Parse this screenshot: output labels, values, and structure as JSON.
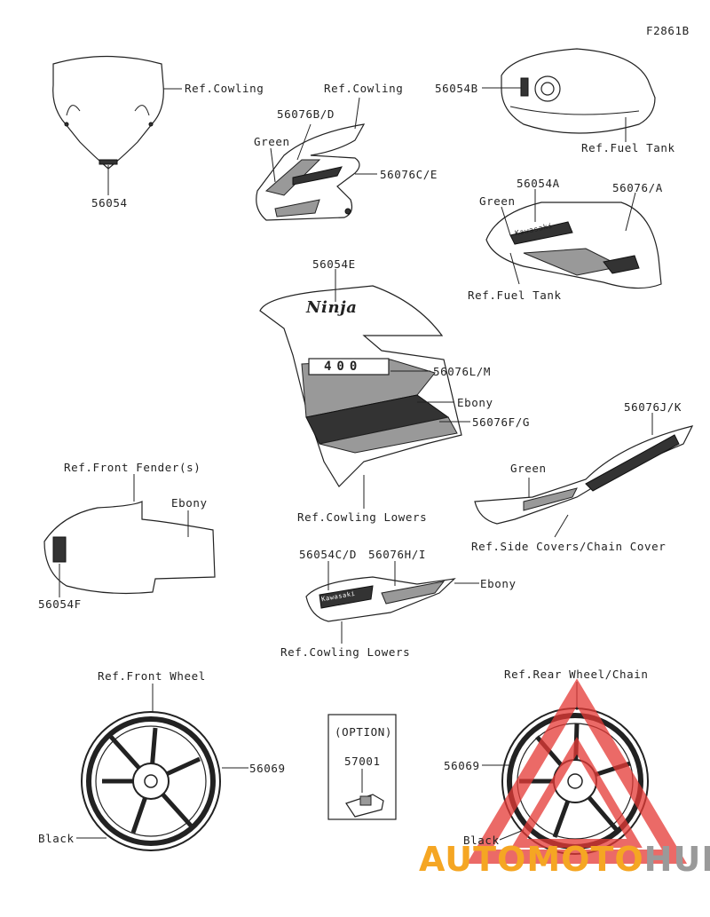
{
  "figure_id": "F2861B",
  "labels": {
    "windshield_code": "56054",
    "windshield_ref": "Ref.Cowling",
    "upper_ref": "Ref.Cowling",
    "upper_code": "56076B/D",
    "upper_green": "Green",
    "upper_code2": "56076C/E",
    "tank_code": "56054B",
    "tank_ref": "Ref.Fuel Tank",
    "tankside_green": "Green",
    "tankside_code1": "56054A",
    "tankside_code2": "56076/A",
    "tankside_ref": "Ref.Fuel Tank",
    "cowl_code1": "56054E",
    "cowl_code2": "56076L/M",
    "cowl_ebony": "Ebony",
    "cowl_code3": "56076F/G",
    "cowl_ref": "Ref.Cowling Lowers",
    "fender_ref": "Ref.Front Fender(s)",
    "fender_ebony": "Ebony",
    "fender_code": "56054F",
    "tail_code": "56076J/K",
    "tail_green": "Green",
    "tail_ref": "Ref.Side Covers/Chain Cover",
    "lower_code1": "56054C/D",
    "lower_code2": "56076H/I",
    "lower_ebony": "Ebony",
    "lower_ref": "Ref.Cowling Lowers",
    "fwheel_ref": "Ref.Front Wheel",
    "fwheel_code": "56069",
    "fwheel_black": "Black",
    "option_label": "(OPTION)",
    "option_code": "57001",
    "rwheel_ref": "Ref.Rear Wheel/Chain",
    "rwheel_code": "56069",
    "rwheel_black": "Black"
  },
  "decal_text": {
    "ninja": "Ninja",
    "model": "400",
    "brand": "Kawasaki"
  },
  "watermark": {
    "part1": "AUTO",
    "part2": "MOTO",
    "part3": "HUB",
    "color_orange": "#f5a623",
    "color_grey": "#9a9a9a",
    "color_red": "#e53935"
  }
}
